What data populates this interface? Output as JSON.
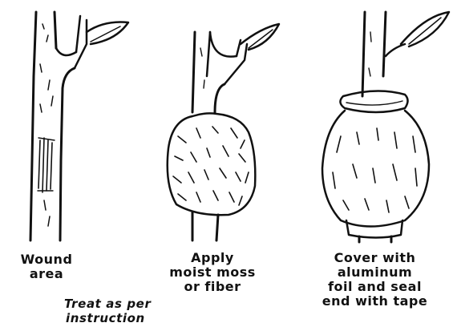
{
  "steps": [
    {
      "lines": [
        "Wound",
        "area"
      ]
    },
    {
      "lines": [
        "Apply",
        "moist moss",
        "or fiber"
      ]
    },
    {
      "lines": [
        "Cover with",
        "aluminum",
        "foil and seal",
        "end with tape"
      ]
    }
  ],
  "note": {
    "lines": [
      "Treat as per",
      "instruction"
    ]
  },
  "ink_color": "#111111"
}
